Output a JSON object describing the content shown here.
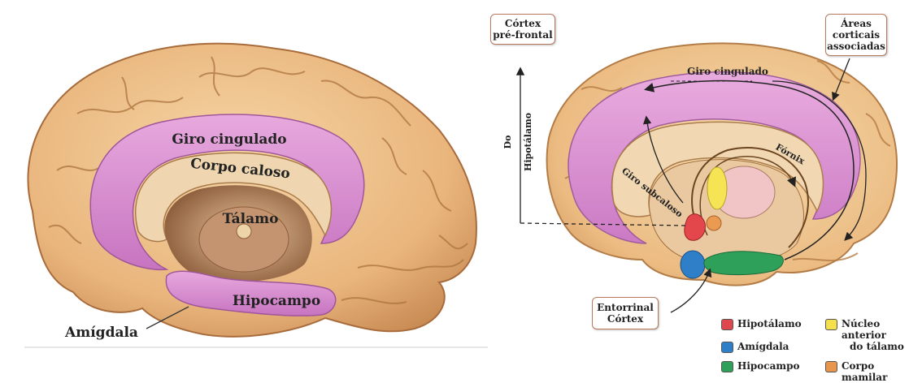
{
  "left_diagram": {
    "labels": {
      "cingulate": "Giro cingulado",
      "corpus": "Corpo caloso",
      "thalamus": "Tálamo",
      "hippocampus": "Hipocampo",
      "amygdala": "Amígdala"
    }
  },
  "right_diagram": {
    "boxes": {
      "prefrontal_line1": "Córtex",
      "prefrontal_line2": "pré-frontal",
      "association_line1": "Áreas",
      "association_line2": "corticais",
      "association_line3": "associadas",
      "entorhinal_line1": "Entorrinal",
      "entorhinal_line2": "Córtex"
    },
    "labels": {
      "cingulate": "Giro cingulado",
      "fornix": "Fórnix",
      "subcallosal": "Giro subcaloso",
      "from_hypothalamus_line1": "Do",
      "from_hypothalamus_line2": "Hipotálamo"
    },
    "legend": [
      {
        "label": "Hipotálamo",
        "color": "#e0474c"
      },
      {
        "label": "Amígdala",
        "color": "#2f7fc8"
      },
      {
        "label": "Hipocampo",
        "color": "#2fa05a"
      },
      {
        "label_line1": "Núcleo anterior",
        "label_line2": "do tálamo",
        "color": "#f4e04a"
      },
      {
        "label": "Corpo mamilar",
        "color": "#e8964e"
      }
    ]
  }
}
